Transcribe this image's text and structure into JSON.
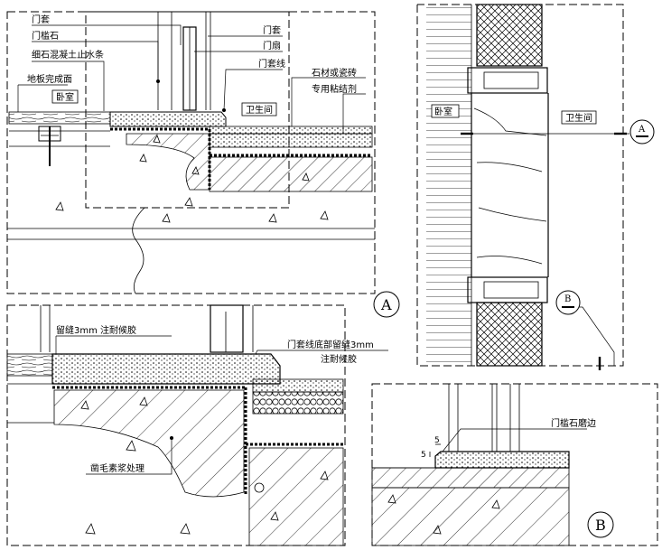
{
  "view_main": {
    "labels": {
      "door_cover_top": "门套",
      "threshold_stone": "门槛石",
      "concrete_waterstop": "细石混凝土止水条",
      "floor_finish": "地板完成面",
      "bedroom": "卧室",
      "door_cover_right": "门套",
      "door_leaf": "门扇",
      "door_trim": "门套线",
      "stone_or_tile": "石材或瓷砖",
      "adhesive": "专用粘结剂",
      "bathroom": "卫生间"
    },
    "marker": "A"
  },
  "view_detail_a": {
    "labels": {
      "gap_sealant": "留缝3mm 注耐候胶",
      "trim_gap_line1": "门套线底部留缝3mm",
      "trim_gap_line2": "注耐候胶",
      "roughen": "凿毛素浆处理"
    }
  },
  "view_plan": {
    "labels": {
      "bedroom": "卧室",
      "bathroom": "卫生间"
    },
    "section_a": "A",
    "section_b": "B"
  },
  "view_detail_b": {
    "labels": {
      "threshold_chamfer": "门槛石磨边",
      "dim_5_top": "5",
      "dim_5_side": "5"
    },
    "marker": "B"
  }
}
